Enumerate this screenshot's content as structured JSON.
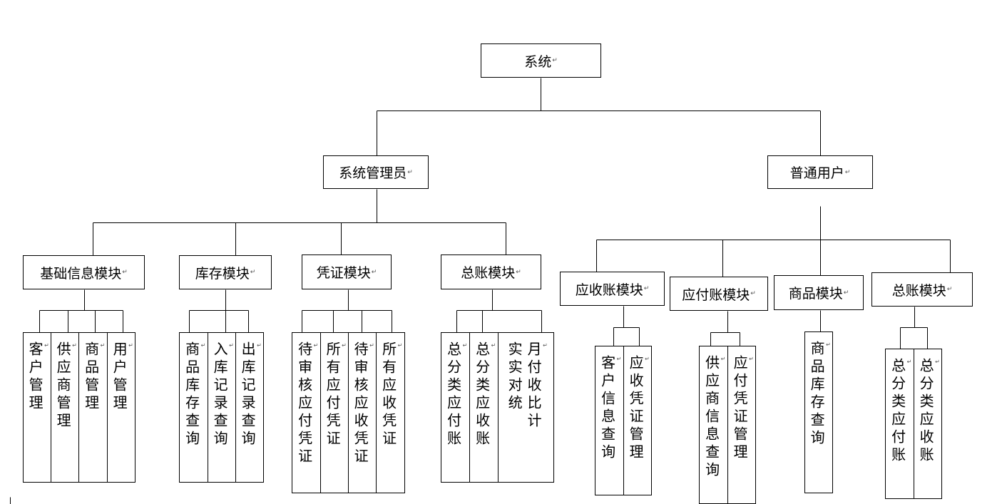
{
  "root": {
    "label": "系统"
  },
  "admin": {
    "label": "系统管理员"
  },
  "user": {
    "label": "普通用户"
  },
  "paragraph_mark": "↵",
  "admin_modules": [
    {
      "label": "基础信息模块",
      "children": [
        "客户管理",
        "供应商管理",
        "商品管理",
        "用户管理"
      ]
    },
    {
      "label": "库存模块",
      "children": [
        "商品库存查询",
        "入库记录查询",
        "出库记录查询"
      ]
    },
    {
      "label": "凭证模块",
      "children": [
        "待审核应付凭证",
        "所有应付凭证",
        "待审核应收凭证",
        "所有应收凭证"
      ]
    },
    {
      "label": "总账模块",
      "children": [
        "总分类应付账",
        "总分类应收账",
        "月付收比计\n实实对统"
      ]
    }
  ],
  "user_modules": [
    {
      "label": "应收账模块",
      "children": [
        "客户信息查询",
        "应收凭证管理"
      ]
    },
    {
      "label": "应付账模块",
      "children": [
        "供应商信息查询",
        "应付凭证管理"
      ]
    },
    {
      "label": "商品模块",
      "children": [
        "商品库存查询"
      ]
    },
    {
      "label": "总账模块",
      "children": [
        "总分类应付账",
        "总分类应收账"
      ]
    }
  ]
}
